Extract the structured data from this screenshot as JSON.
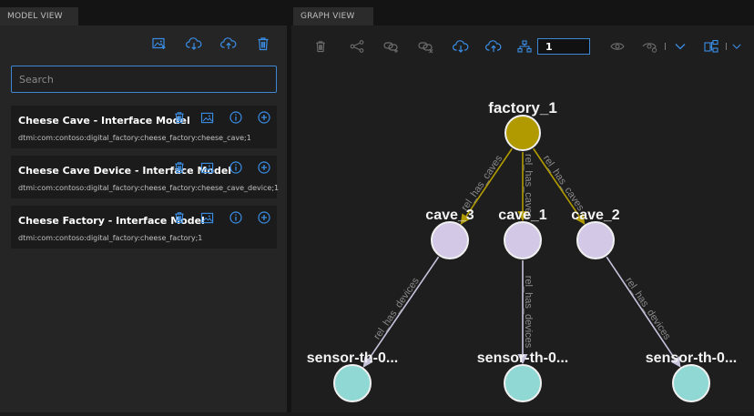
{
  "model_view": {
    "tab_label": "MODEL VIEW",
    "toolbar_icons": [
      "image-icon",
      "cloud-download-icon",
      "cloud-upload-icon",
      "trash-icon"
    ],
    "search": {
      "placeholder": "Search",
      "value": ""
    },
    "models": [
      {
        "name": "Cheese Cave - Interface Model",
        "id": "dtmi:com:contoso:digital_factory:cheese_factory:cheese_cave;1"
      },
      {
        "name": "Cheese Cave Device - Interface Model",
        "id": "dtmi:com:contoso:digital_factory:cheese_factory:cheese_cave_device;1"
      },
      {
        "name": "Cheese Factory - Interface Model",
        "id": "dtmi:com:contoso:digital_factory:cheese_factory;1"
      }
    ]
  },
  "graph_view": {
    "tab_label": "GRAPH VIEW",
    "depth_value": "1",
    "nodes": [
      {
        "key": "factory",
        "label": "factory_1",
        "color": "#b09a00"
      },
      {
        "key": "cave3",
        "label": "cave_3",
        "color": "#d3c9e6"
      },
      {
        "key": "cave1",
        "label": "cave_1",
        "color": "#d3c9e6"
      },
      {
        "key": "cave2",
        "label": "cave_2",
        "color": "#d3c9e6"
      },
      {
        "key": "sensor_a",
        "label": "sensor-th-0...",
        "color": "#8fd8d4"
      },
      {
        "key": "sensor_b",
        "label": "sensor-th-0...",
        "color": "#8fd8d4"
      },
      {
        "key": "sensor_c",
        "label": "sensor-th-0...",
        "color": "#8fd8d4"
      }
    ],
    "edges": [
      {
        "from": "factory",
        "to": "cave3",
        "label": "rel_has_caves",
        "color": "#b09a00"
      },
      {
        "from": "factory",
        "to": "cave1",
        "label": "rel_has_caves",
        "color": "#b09a00"
      },
      {
        "from": "factory",
        "to": "cave2",
        "label": "rel_has_caves",
        "color": "#b09a00"
      },
      {
        "from": "cave3",
        "to": "sensor_a",
        "label": "rel_has_devices",
        "color": "#c8c3dc"
      },
      {
        "from": "cave1",
        "to": "sensor_b",
        "label": "rel_has_devices",
        "color": "#c8c3dc"
      },
      {
        "from": "cave2",
        "to": "sensor_c",
        "label": "rel_has_devices",
        "color": "#c8c3dc"
      }
    ]
  },
  "colors": {
    "accent": "#3d87d4",
    "icon_blue": "#3a8ee6",
    "icon_gray": "#6e6e6e"
  }
}
